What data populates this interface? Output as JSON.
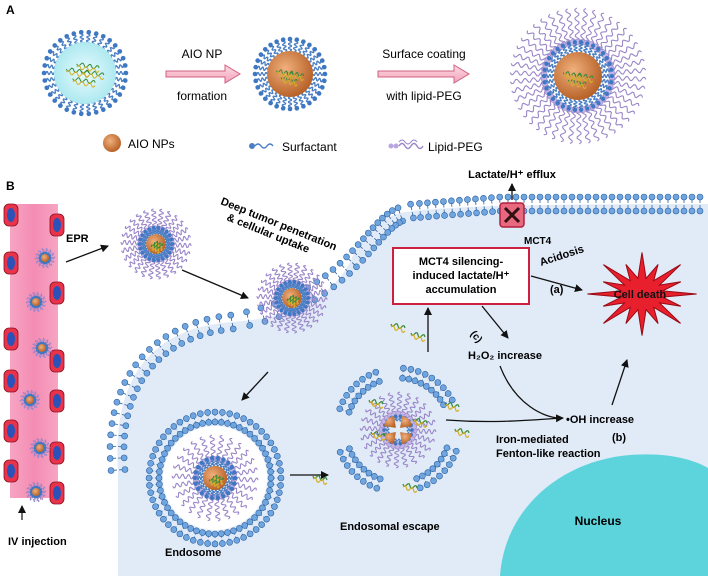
{
  "panel_a": {
    "label": "A",
    "step1_top": "AIO NP",
    "step1_bottom": "formation",
    "step2_top": "Surface coating",
    "step2_bottom": "with lipid-PEG",
    "legend": {
      "nps": "AIO NPs",
      "surfactant": "Surfactant",
      "lipid_peg": "Lipid-PEG"
    }
  },
  "panel_b": {
    "label": "B",
    "epr": "EPR",
    "iv_injection": "IV injection",
    "deep_tumor_1": "Deep tumor penetration",
    "deep_tumor_2": "& cellular uptake",
    "efflux": "Lactate/H⁺ efflux",
    "mct4": "MCT4",
    "silencing_1": "MCT4 silencing-",
    "silencing_2": "induced lactate/H⁺",
    "silencing_3": "accumulation",
    "acidosis": "Acidosis",
    "a_marker": "(a)",
    "c_marker": "(c)",
    "h2o2": "H₂O₂ increase",
    "oh": "•OH increase",
    "b_marker": "(b)",
    "fenton_1": "Iron-mediated",
    "fenton_2": "Fenton-like reaction",
    "cell_death": "Cell death",
    "endosome": "Endosome",
    "endosomal_escape": "Endosomal escape",
    "nucleus": "Nucleus"
  },
  "colors": {
    "np_core": "#c9753d",
    "surfactant": "#4a7fc4",
    "lipid_peg": "#9a86c9",
    "vessel": "#f28fb2",
    "cell_bg": "#dde9f6",
    "nucleus": "#5fd3db",
    "death": "#e02030",
    "box_border": "#cc2040"
  }
}
